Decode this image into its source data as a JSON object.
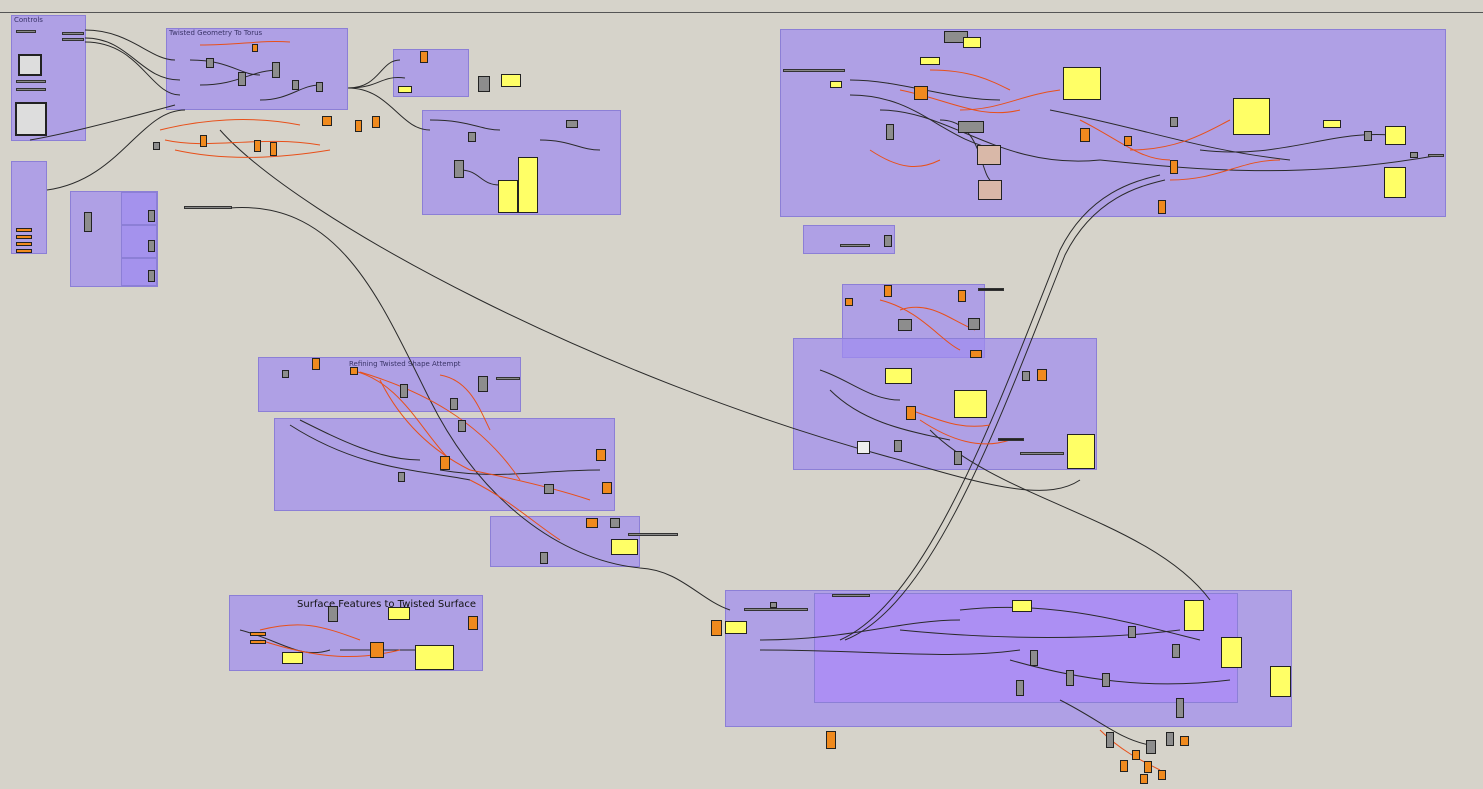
{
  "canvas": {
    "background": "#d6d3ca",
    "group_color": "#a08cf0",
    "wire_color": "#2a2a2a",
    "selected_wire_color": "#e8501a",
    "param_color": "#f08a1e",
    "panel_color": "#ffff66",
    "component_color": "#8d8d8d"
  },
  "groups": {
    "controls": "Controls",
    "twisted_to_torus": "Twisted Geometry To Torus",
    "refining_twisted_shape": "Refining Twisted Shape Attempt",
    "surface_features": "Surface Features to Twisted Surface"
  }
}
